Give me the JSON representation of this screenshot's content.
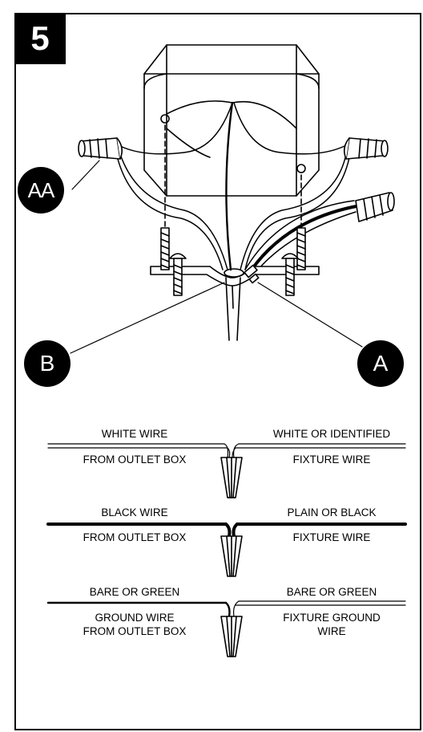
{
  "step_number": "5",
  "callouts": {
    "aa": "AA",
    "b": "B",
    "a": "A"
  },
  "connections": [
    {
      "top_left": "WHITE WIRE",
      "bottom_left": "FROM OUTLET BOX",
      "top_right": "WHITE OR IDENTIFIED",
      "bottom_right": "FIXTURE WIRE"
    },
    {
      "top_left": "BLACK WIRE",
      "bottom_left": "FROM OUTLET BOX",
      "top_right": "PLAIN OR BLACK",
      "bottom_right": "FIXTURE WIRE"
    },
    {
      "top_left": "BARE OR GREEN",
      "bottom_left_1": "GROUND WIRE",
      "bottom_left_2": "FROM OUTLET BOX",
      "top_right": "BARE OR GREEN",
      "bottom_right_1": "FIXTURE GROUND",
      "bottom_right_2": "WIRE"
    }
  ]
}
